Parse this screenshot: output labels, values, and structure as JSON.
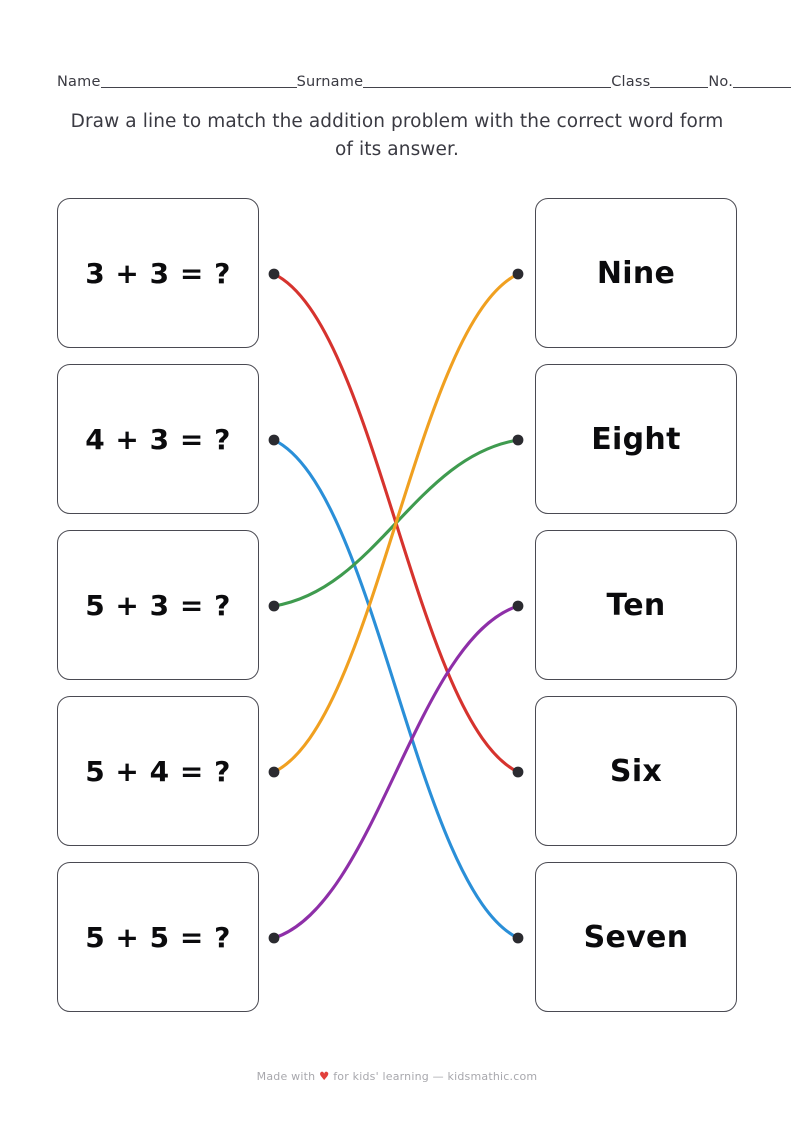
{
  "header": {
    "fields": [
      {
        "label": "Name"
      },
      {
        "label": "Surname"
      },
      {
        "label": "Class"
      },
      {
        "label": "No."
      }
    ]
  },
  "instruction": {
    "line1": "Draw a line to match the addition problem with the correct word form",
    "line2": "of its answer."
  },
  "left_column": {
    "items": [
      {
        "text": "3 + 3 = ?"
      },
      {
        "text": "4 + 3 = ?"
      },
      {
        "text": "5 + 3 = ?"
      },
      {
        "text": "5 + 4 = ?"
      },
      {
        "text": "5 + 5 = ?"
      }
    ]
  },
  "right_column": {
    "items": [
      {
        "text": "Nine"
      },
      {
        "text": "Eight"
      },
      {
        "text": "Ten"
      },
      {
        "text": "Six"
      },
      {
        "text": "Seven"
      }
    ]
  },
  "connections": [
    {
      "from": "3 + 3 = ?",
      "to": "Six",
      "from_row": 1,
      "to_row": 4,
      "color": "#d6332e"
    },
    {
      "from": "4 + 3 = ?",
      "to": "Seven",
      "from_row": 2,
      "to_row": 5,
      "color": "#2a8fd8"
    },
    {
      "from": "5 + 3 = ?",
      "to": "Eight",
      "from_row": 3,
      "to_row": 2,
      "color": "#3f9b4f"
    },
    {
      "from": "5 + 4 = ?",
      "to": "Nine",
      "from_row": 4,
      "to_row": 1,
      "color": "#f0a020"
    },
    {
      "from": "5 + 5 = ?",
      "to": "Ten",
      "from_row": 5,
      "to_row": 3,
      "color": "#8e2fa8"
    }
  ],
  "colors": {
    "red": "#d6332e",
    "blue": "#2a8fd8",
    "green": "#3f9b4f",
    "orange": "#f0a020",
    "purple": "#8e2fa8",
    "dot": "#2b2b30",
    "card_border": "#4a4a52",
    "text": "#0b0b0d",
    "muted_text": "#3a3a42",
    "footer_text": "#a8a8ad",
    "heart": "#e2403c",
    "page_background": "#ffffff"
  },
  "footer": {
    "prefix": "Made with",
    "heart": "♥",
    "suffix": "for kids' learning — kidsmathic.com"
  }
}
